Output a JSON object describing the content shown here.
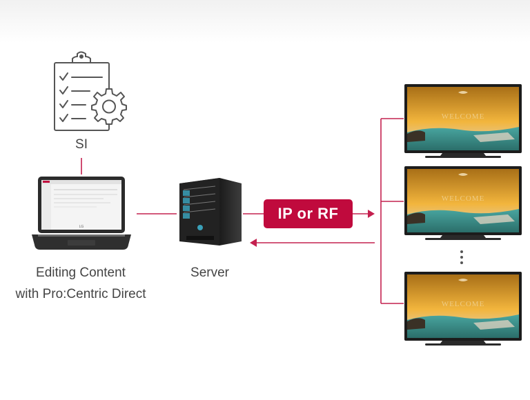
{
  "labels": {
    "si": "SI",
    "editing_line1": "Editing Content",
    "editing_line2": "with Pro:Centric Direct",
    "server": "Server"
  },
  "badge": {
    "text": "IP or RF"
  },
  "laptop_brand": "LG",
  "tv_screen_text": "WELCOME",
  "colors": {
    "accent": "#c00a3d",
    "line": "#c4204f",
    "icon_stroke": "#555555",
    "label_text": "#444444"
  },
  "icons": {
    "si": "clipboard-checklist-gear-icon",
    "laptop": "laptop-icon",
    "server": "server-tower-icon",
    "tv": "tv-display-icon",
    "more": "vertical-ellipsis-icon"
  }
}
